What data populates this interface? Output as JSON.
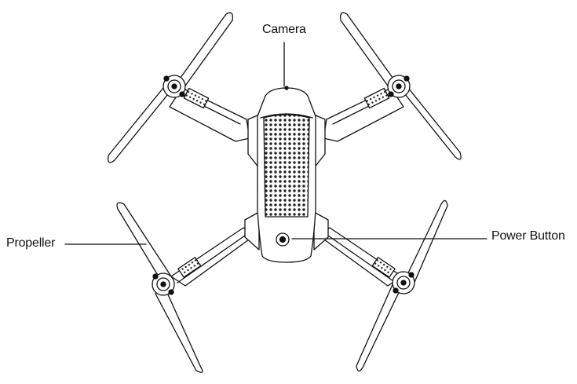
{
  "labels": {
    "camera": "Camera",
    "propeller": "Propeller",
    "power_button": "Power Button"
  },
  "colors": {
    "line": "#111111",
    "fill": "#ffffff",
    "grille": "#222222"
  }
}
